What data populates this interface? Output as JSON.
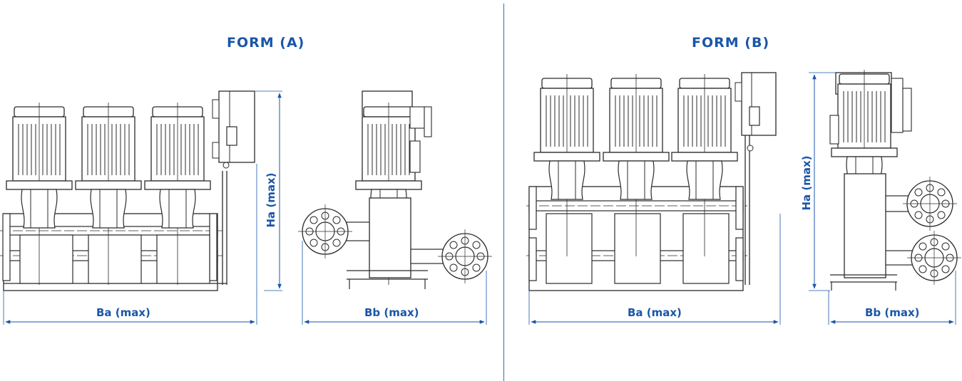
{
  "colors": {
    "accent": "#1a56a8",
    "line": "#2b2b2b",
    "dimension": "#1a56a8",
    "divider": "#3a6aa8"
  },
  "form_a": {
    "title": "FORM (A)",
    "width_label": "Ba (max)",
    "depth_label": "Bb (max)",
    "height_label": "Ha (max)"
  },
  "form_b": {
    "title": "FORM (B)",
    "width_label": "Ba (max)",
    "depth_label": "Bb (max)",
    "height_label": "Ha (max)"
  }
}
